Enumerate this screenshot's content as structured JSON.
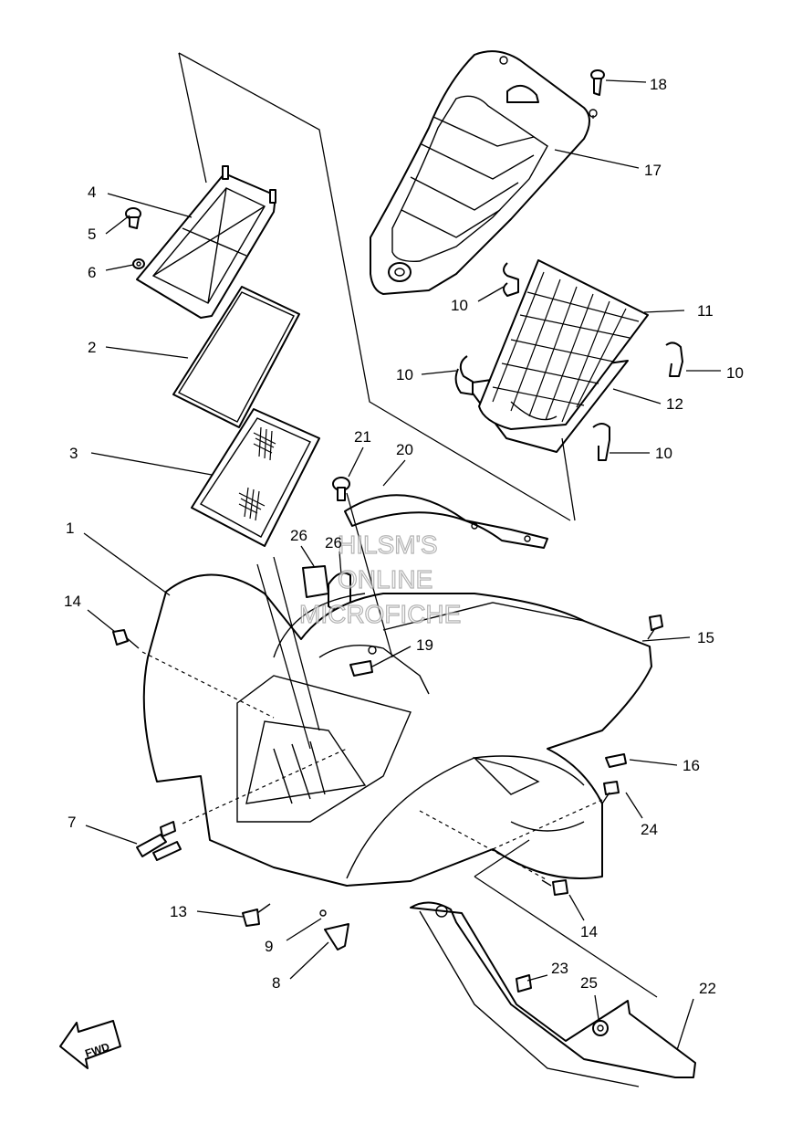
{
  "diagram": {
    "watermark": [
      "HILSM'S",
      "ONLINE",
      "MICROFICHE"
    ],
    "direction_label": "FWD",
    "callouts": [
      {
        "number": "1"
      },
      {
        "number": "2"
      },
      {
        "number": "3"
      },
      {
        "number": "4"
      },
      {
        "number": "5"
      },
      {
        "number": "6"
      },
      {
        "number": "7"
      },
      {
        "number": "8"
      },
      {
        "number": "9"
      },
      {
        "number": "10"
      },
      {
        "number": "10"
      },
      {
        "number": "10"
      },
      {
        "number": "10"
      },
      {
        "number": "11"
      },
      {
        "number": "12"
      },
      {
        "number": "13"
      },
      {
        "number": "14"
      },
      {
        "number": "14"
      },
      {
        "number": "15"
      },
      {
        "number": "16"
      },
      {
        "number": "17"
      },
      {
        "number": "18"
      },
      {
        "number": "19"
      },
      {
        "number": "20"
      },
      {
        "number": "21"
      },
      {
        "number": "22"
      },
      {
        "number": "23"
      },
      {
        "number": "24"
      },
      {
        "number": "25"
      },
      {
        "number": "26"
      },
      {
        "number": "26"
      }
    ]
  }
}
